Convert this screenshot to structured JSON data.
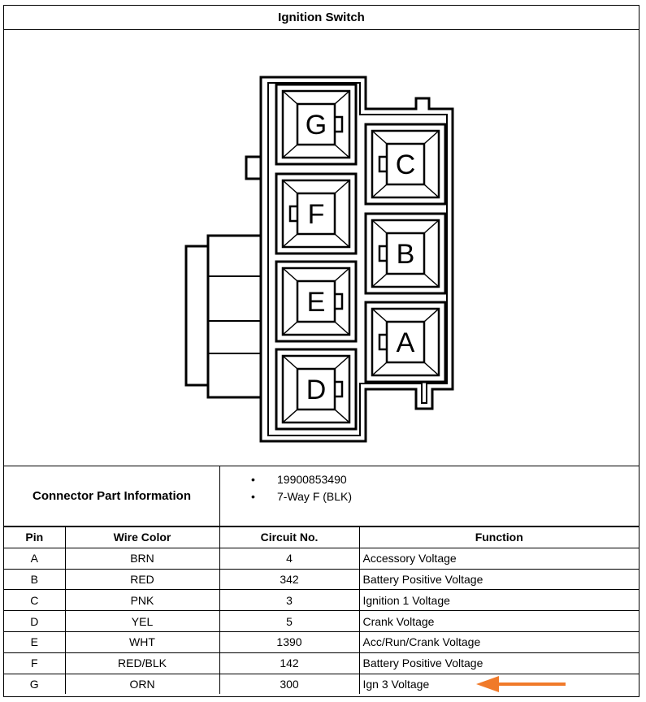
{
  "title": "Ignition Switch",
  "connector": {
    "pins": [
      "G",
      "F",
      "E",
      "D",
      "C",
      "B",
      "A"
    ]
  },
  "part_info": {
    "label": "Connector Part Information",
    "items": [
      "19900853490",
      "7-Way F (BLK)"
    ]
  },
  "table": {
    "headers": [
      "Pin",
      "Wire Color",
      "Circuit No.",
      "Function"
    ],
    "rows": [
      [
        "A",
        "BRN",
        "4",
        "Accessory Voltage"
      ],
      [
        "B",
        "RED",
        "342",
        "Battery Positive Voltage"
      ],
      [
        "C",
        "PNK",
        "3",
        "Ignition 1 Voltage"
      ],
      [
        "D",
        "YEL",
        "5",
        "Crank Voltage"
      ],
      [
        "E",
        "WHT",
        "1390",
        "Acc/Run/Crank Voltage"
      ],
      [
        "F",
        "RED/BLK",
        "142",
        "Battery Positive Voltage"
      ],
      [
        "G",
        "ORN",
        "300",
        "Ign 3 Voltage"
      ]
    ]
  },
  "colors": {
    "arrow": "#F07A2A"
  }
}
